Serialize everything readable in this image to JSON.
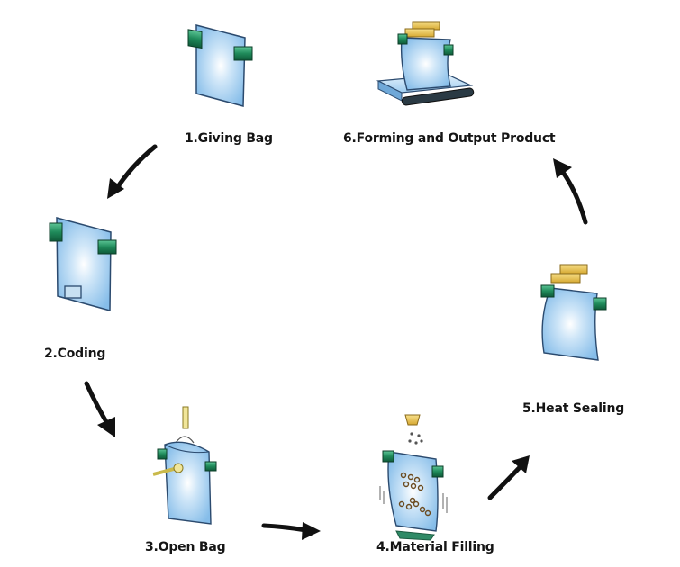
{
  "diagram": {
    "title": "Bag packaging process cycle",
    "steps": [
      {
        "number": 1,
        "label": "1.Giving Bag",
        "icon": "flat-bag-with-clips-icon"
      },
      {
        "number": 2,
        "label": "2.Coding",
        "icon": "bag-with-coding-block-icon"
      },
      {
        "number": 3,
        "label": "3.Open Bag",
        "icon": "bag-opened-by-suction-icon"
      },
      {
        "number": 4,
        "label": "4.Material Filling",
        "icon": "bag-filling-with-material-icon"
      },
      {
        "number": 5,
        "label": "5.Heat Sealing",
        "icon": "bag-heat-sealing-icon"
      },
      {
        "number": 6,
        "label": "6.Forming and Output Product",
        "icon": "bag-on-conveyor-output-icon"
      }
    ],
    "flow": [
      {
        "from": 1,
        "to": 2
      },
      {
        "from": 2,
        "to": 3
      },
      {
        "from": 3,
        "to": 4
      },
      {
        "from": 4,
        "to": 5
      },
      {
        "from": 5,
        "to": 6
      }
    ],
    "colors": {
      "bag_fill": "#9cc9ee",
      "bag_highlight": "#ffffff",
      "bag_outline": "#2b4a6e",
      "clip_green": "#1f8a5a",
      "sealer_yellow": "#e9c24c",
      "arrow": "#111111",
      "text": "#151515"
    }
  }
}
